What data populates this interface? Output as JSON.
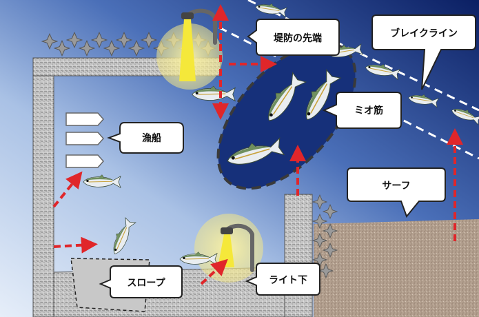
{
  "labels": {
    "breakwater_tip": "堤防の先端",
    "break_line": "ブレイクライン",
    "channel": "ミオ筋",
    "fishing_boats": "漁船",
    "surf": "サーフ",
    "slope": "スロープ",
    "under_light": "ライト下"
  },
  "colors": {
    "sky_top": "#0d2a6e",
    "sky_light": "#d9e6f6",
    "arrow": "#e0262a",
    "channel": "#16307a",
    "sand": "#b3a08f",
    "concrete": "#bfbfbf",
    "light_glow": "#f4e37a",
    "fish_back": "#6f8f5e",
    "fish_belly": "#e8ecef"
  },
  "icons": [
    "breakwater-pier-icon",
    "street-lamp-icon",
    "horse-mackerel-fish-icon",
    "tetrapod-icon",
    "boat-icon",
    "arrow-icon"
  ]
}
